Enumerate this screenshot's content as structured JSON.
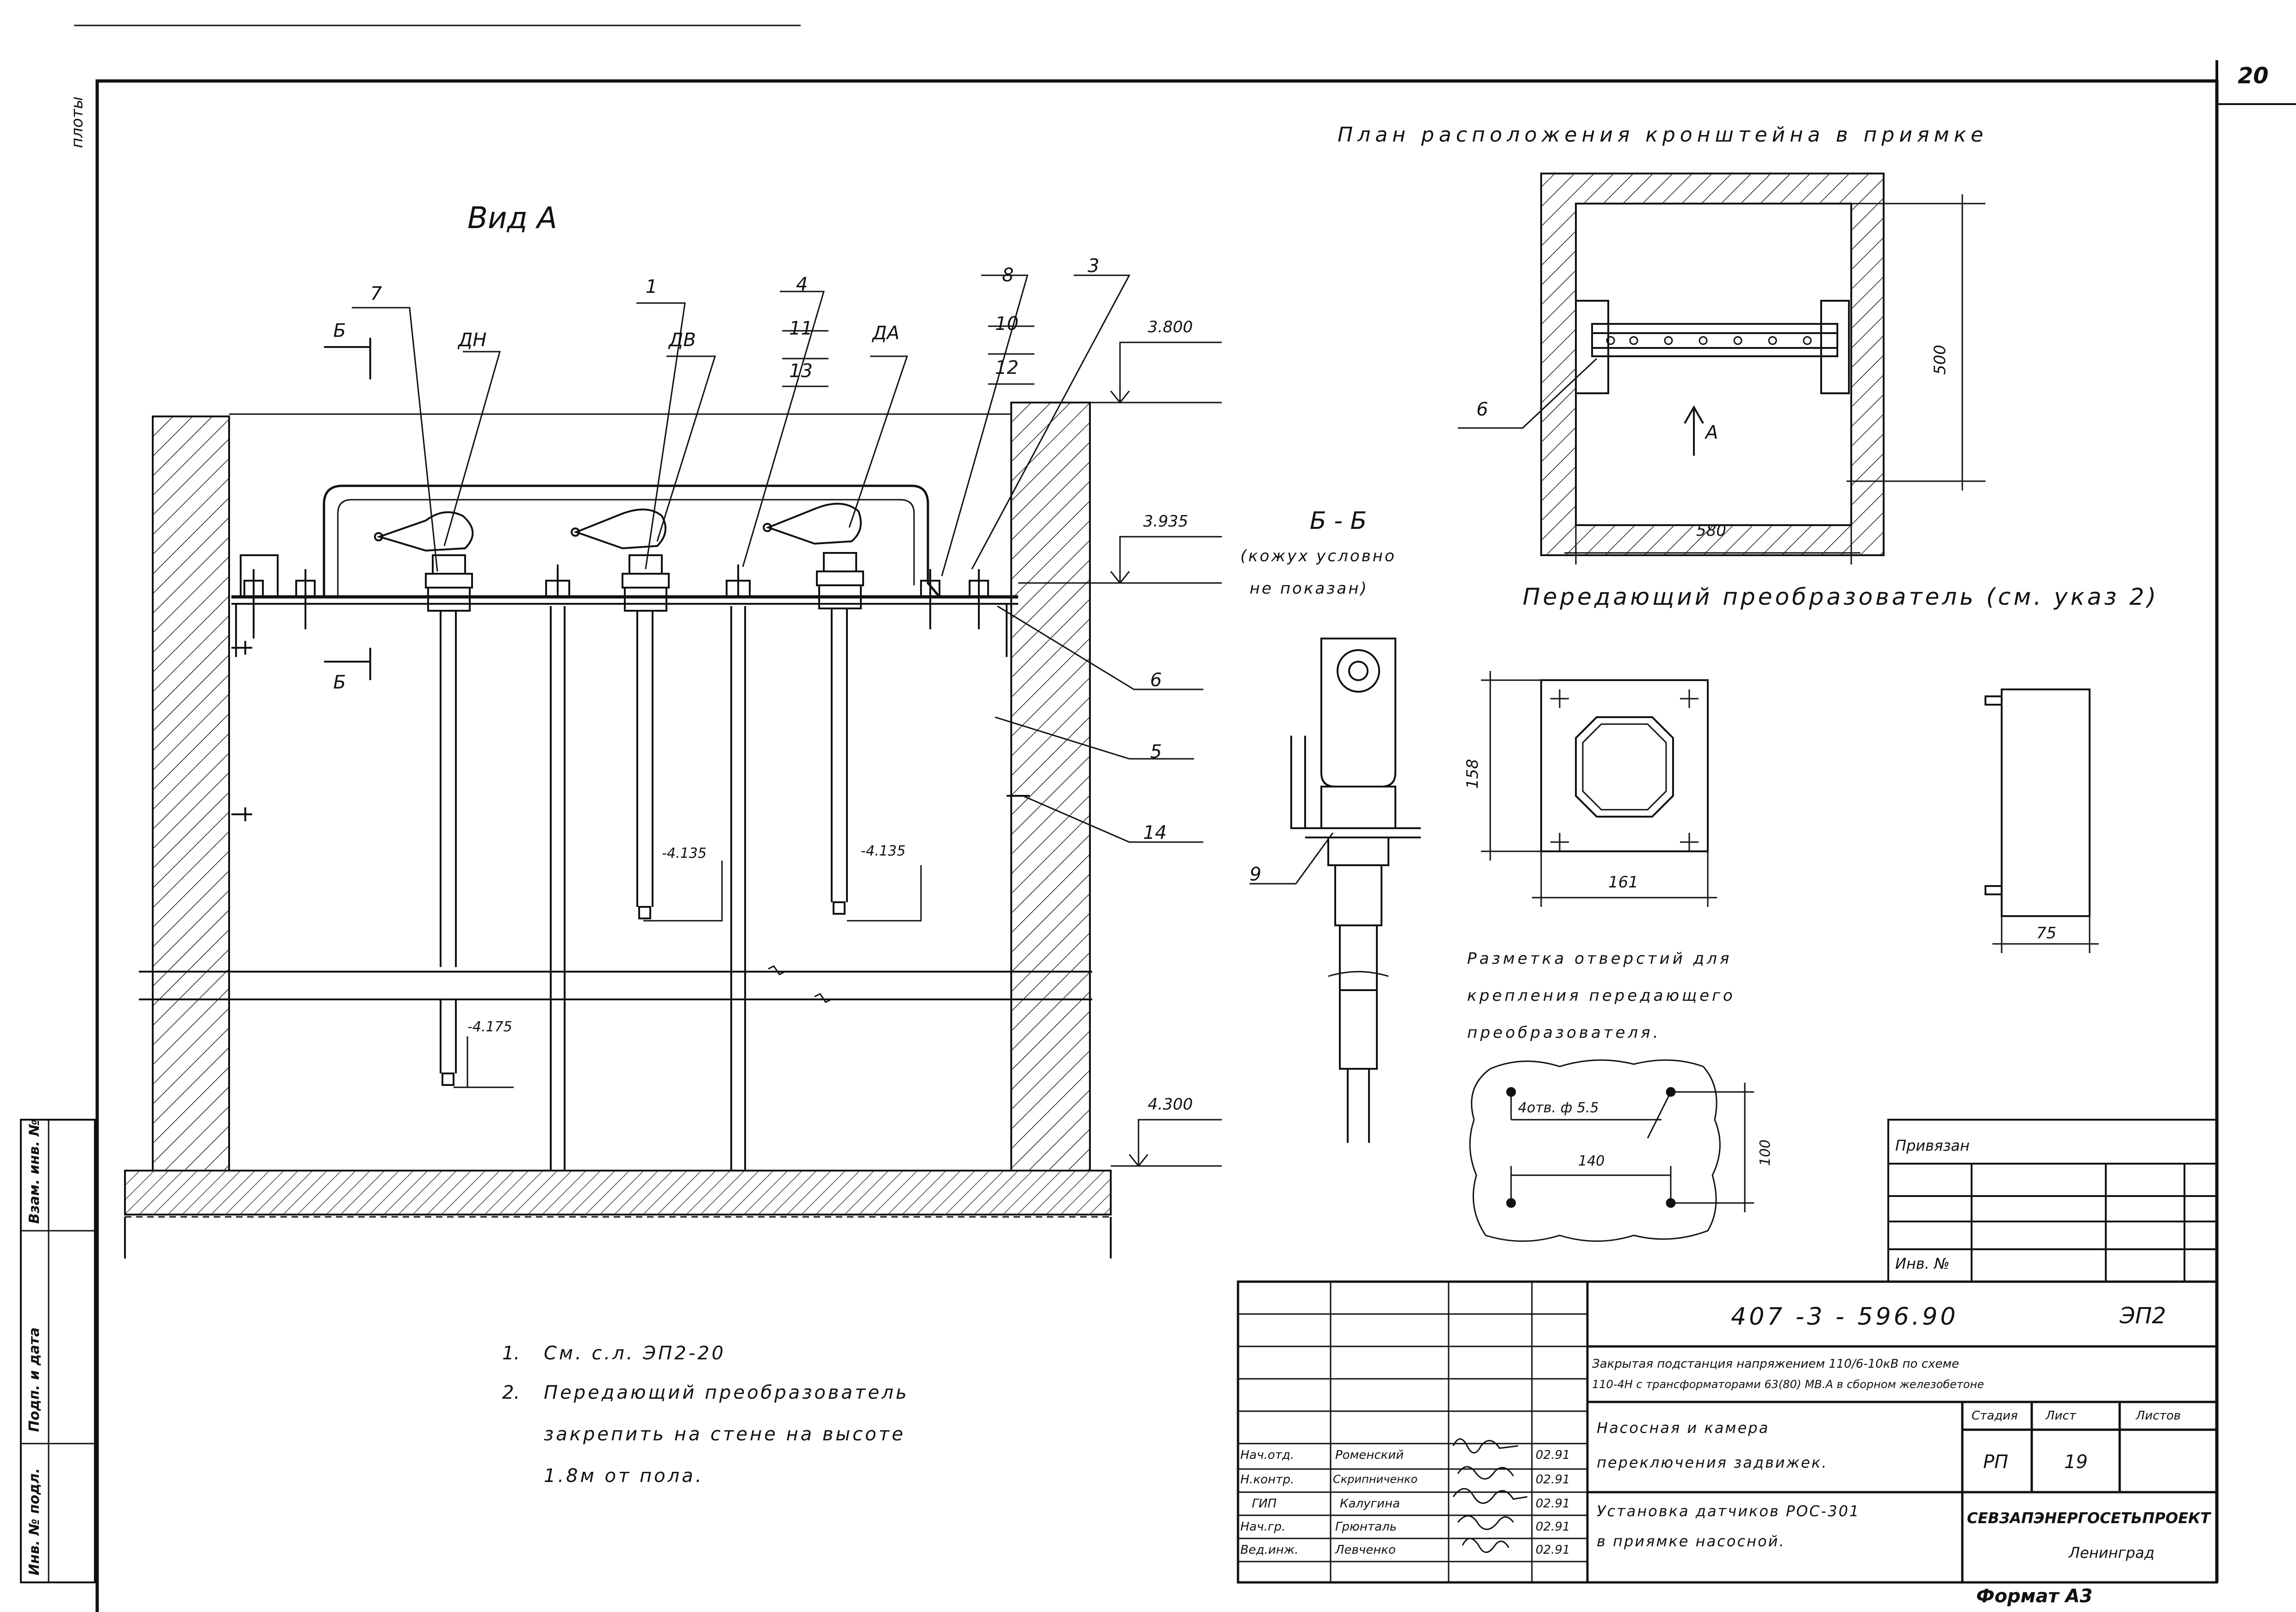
{
  "sheet": {
    "number": "20",
    "format": "Формат А3",
    "margin_mark": "плоты"
  },
  "view_a": {
    "title": "Вид А",
    "sensors": [
      "ДН",
      "ДВ",
      "ДА"
    ],
    "callouts": [
      "7",
      "1",
      "4",
      "11",
      "13",
      "8",
      "10",
      "12",
      "3",
      "6",
      "5",
      "14"
    ],
    "section_mark": "Б",
    "elevations": [
      "3.800",
      "3.935",
      "-4.135",
      "-4.135",
      "-4.175",
      "4.300"
    ]
  },
  "section_bb": {
    "title": "Б - Б",
    "note_line1": "(кожух условно",
    "note_line2": "не показан)",
    "callout": "9"
  },
  "plan": {
    "title": "План расположения кронштейна в приямке",
    "callout": "6",
    "view_arrow": "А",
    "dim_width": "580",
    "dim_height": "500"
  },
  "transmitter": {
    "title": "Передающий преобразователь (см. указ 2)",
    "dim_width": "161",
    "dim_height": "158",
    "dim_depth": "75"
  },
  "hole_marking": {
    "title_line1": "Разметка отверстий для",
    "title_line2": "крепления передающего",
    "title_line3": "преобразователя.",
    "holes_label": "4отв. ф 5.5",
    "dim_h": "140",
    "dim_v": "100"
  },
  "notes": [
    {
      "n": "1.",
      "text": "См. с.л. ЭП2-20"
    },
    {
      "n": "2.",
      "text": "Передающий преобразователь"
    },
    {
      "n": "",
      "text": "закрепить на стене на высоте"
    },
    {
      "n": "",
      "text": "1.8м от пола."
    }
  ],
  "side_stamps": [
    "Инв. № подл.",
    "Подп. и дата",
    "Взам. инв. №"
  ],
  "binding_table": {
    "title": "Привязан",
    "inv": "Инв. №"
  },
  "title_block": {
    "doc_code": "407 -3 - 596.90",
    "sheet_code": "ЭП2",
    "object_line1": "Закрытая подстанция напряжением 110/6-10кВ по схеме",
    "object_line2": "110-4Н с трансформаторами 63(80) МВ.А в сборном железобетоне",
    "building_line1": "Насосная и камера",
    "building_line2": "переключения задвижек.",
    "drawing_line1": "Установка датчиков РОС-301",
    "drawing_line2": "в приямке насосной.",
    "stage_header": "Стадия",
    "sheet_header": "Лист",
    "sheets_header": "Листов",
    "stage": "РП",
    "sheet": "19",
    "sheets": "",
    "org_line1": "СЕВЗАПЭНЕРГОСЕТЬПРОЕКТ",
    "org_line2": "Ленинград",
    "staff": [
      {
        "role": "Нач.отд.",
        "name": "Роменский",
        "date": "02.91"
      },
      {
        "role": "Н.контр.",
        "name": "Скрипниченко",
        "date": "02.91"
      },
      {
        "role": "ГИП",
        "name": "Калугина",
        "date": "02.91"
      },
      {
        "role": "Нач.гр.",
        "name": "Грюнталь",
        "date": "02.91"
      },
      {
        "role": "Вед.инж.",
        "name": "Левченко",
        "date": "02.91"
      }
    ]
  }
}
